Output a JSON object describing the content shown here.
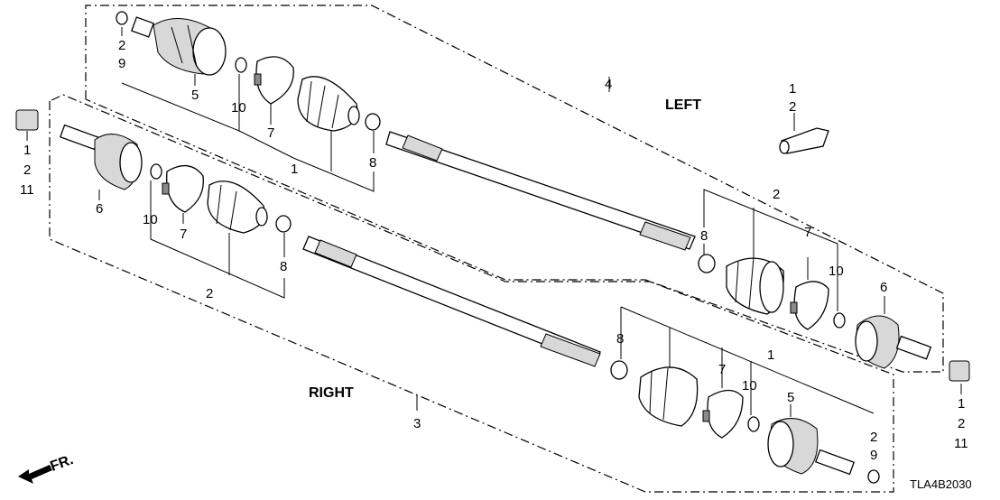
{
  "labels": {
    "left": "LEFT",
    "right": "RIGHT",
    "code": "TLA4B2030",
    "fr": "FR."
  },
  "callouts": {
    "left_top_2": "2",
    "left_top_9": "9",
    "left_5": "5",
    "left_10": "10",
    "left_7": "7",
    "left_1": "1",
    "left_8": "8",
    "c4": "4",
    "left_outer_2": "2",
    "left_outer_8": "8",
    "left_outer_7": "7",
    "left_outer_10": "10",
    "left_6": "6",
    "grease_1": "1",
    "grease_2": "2",
    "nut_r_1": "1",
    "nut_r_2": "2",
    "nut_r_11": "11",
    "nut_l_1": "1",
    "nut_l_2": "2",
    "nut_l_11": "11",
    "right_6": "6",
    "right_10": "10",
    "right_7": "7",
    "right_2": "2",
    "right_8": "8",
    "c3": "3",
    "right_inner_8": "8",
    "right_inner_7": "7",
    "right_inner_1": "1",
    "right_inner_10": "10",
    "right_5": "5",
    "right_end_2": "2",
    "right_end_9": "9"
  }
}
